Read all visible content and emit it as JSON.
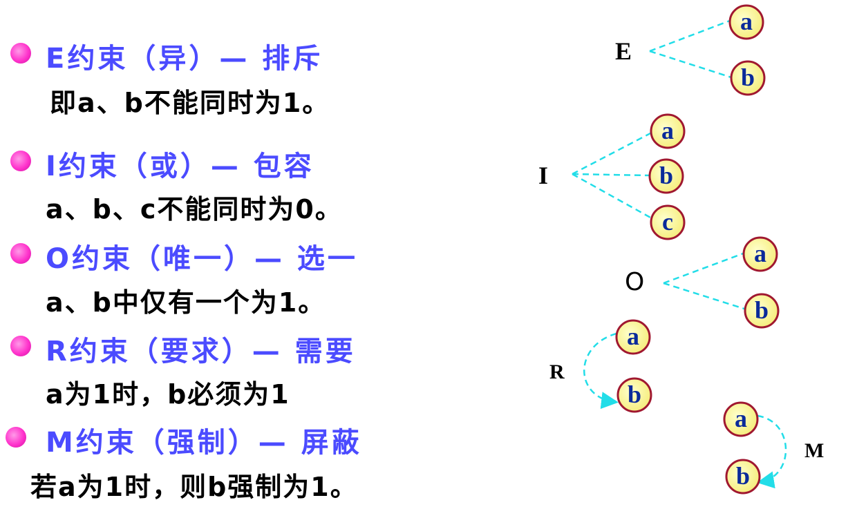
{
  "constraints": [
    {
      "heading": "E约束（异）— 排斥",
      "desc": "即a、b不能同时为1。"
    },
    {
      "heading": "I约束（或）— 包容",
      "desc": "a、b、c不能同时为0。"
    },
    {
      "heading": "O约束（唯一）— 选一",
      "desc": "a、b中仅有一个为1。"
    },
    {
      "heading": "R约束（要求）— 需要",
      "desc": "a为1时，b必须为1"
    },
    {
      "heading": "M约束（强制）— 屏蔽",
      "desc": "若a为1时，则b强制为1。"
    }
  ],
  "diagrams": {
    "E": {
      "label": "E",
      "nodes": [
        "a",
        "b"
      ]
    },
    "I": {
      "label": "I",
      "nodes": [
        "a",
        "b",
        "c"
      ]
    },
    "O": {
      "label": "O",
      "nodes": [
        "a",
        "b"
      ]
    },
    "R": {
      "label": "R",
      "nodes": [
        "a",
        "b"
      ]
    },
    "M": {
      "label": "M",
      "nodes": [
        "a",
        "b"
      ]
    }
  },
  "colors": {
    "heading": "#4b4bff",
    "line": "#22dde8",
    "node_fill": "#ffff99",
    "node_border": "#a01830",
    "node_text": "#0a2a9a"
  }
}
